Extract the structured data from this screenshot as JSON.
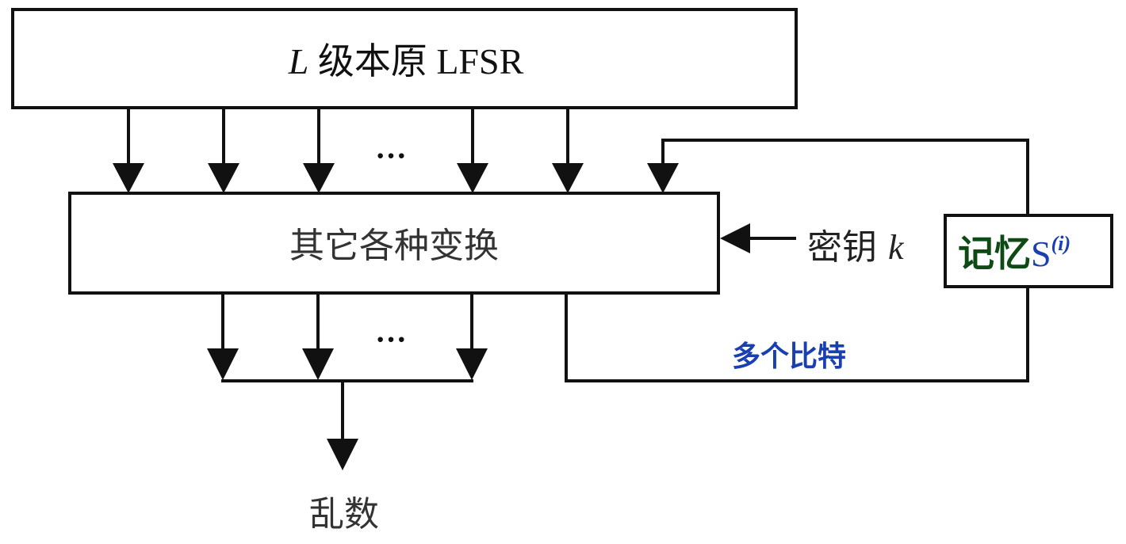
{
  "diagram": {
    "lfsr_box": {
      "label_var": "L",
      "label_text": " 级本原 LFSR"
    },
    "transform_box": {
      "label": "其它各种变换"
    },
    "key_input": {
      "label_text": "密钥 ",
      "label_var": "k"
    },
    "memory_box": {
      "label_text": "记忆",
      "label_sym": "S",
      "label_sup": "(i)",
      "text_color": "#0d4a14",
      "sym_color": "#1a3fb0"
    },
    "feedback_label": {
      "text": "多个比特",
      "color": "#1a3fb0"
    },
    "ellipsis_top": "···",
    "ellipsis_bottom": "···",
    "output_label": "乱数"
  }
}
